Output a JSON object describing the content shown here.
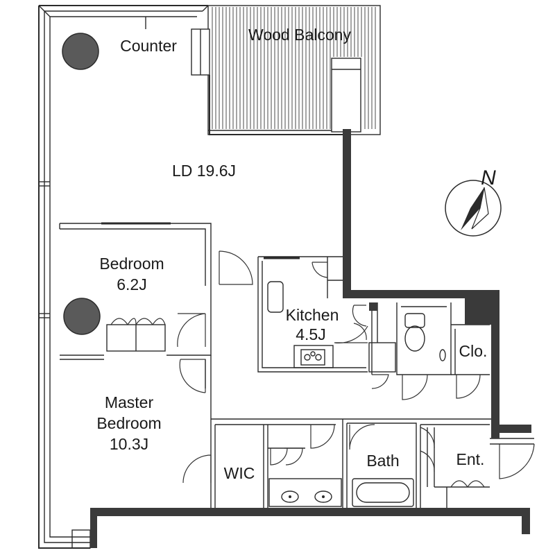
{
  "rooms": {
    "counter": "Counter",
    "balcony": "Wood Balcony",
    "ld": "LD 19.6J",
    "bedroom_name": "Bedroom",
    "bedroom_size": "6.2J",
    "kitchen_name": "Kitchen",
    "kitchen_size": "4.5J",
    "master_line1": "Master",
    "master_line2": "Bedroom",
    "master_size": "10.3J",
    "wic": "WIC",
    "bath": "Bath",
    "closet": "Clo.",
    "entrance": "Ent."
  },
  "compass": {
    "label": "N"
  }
}
